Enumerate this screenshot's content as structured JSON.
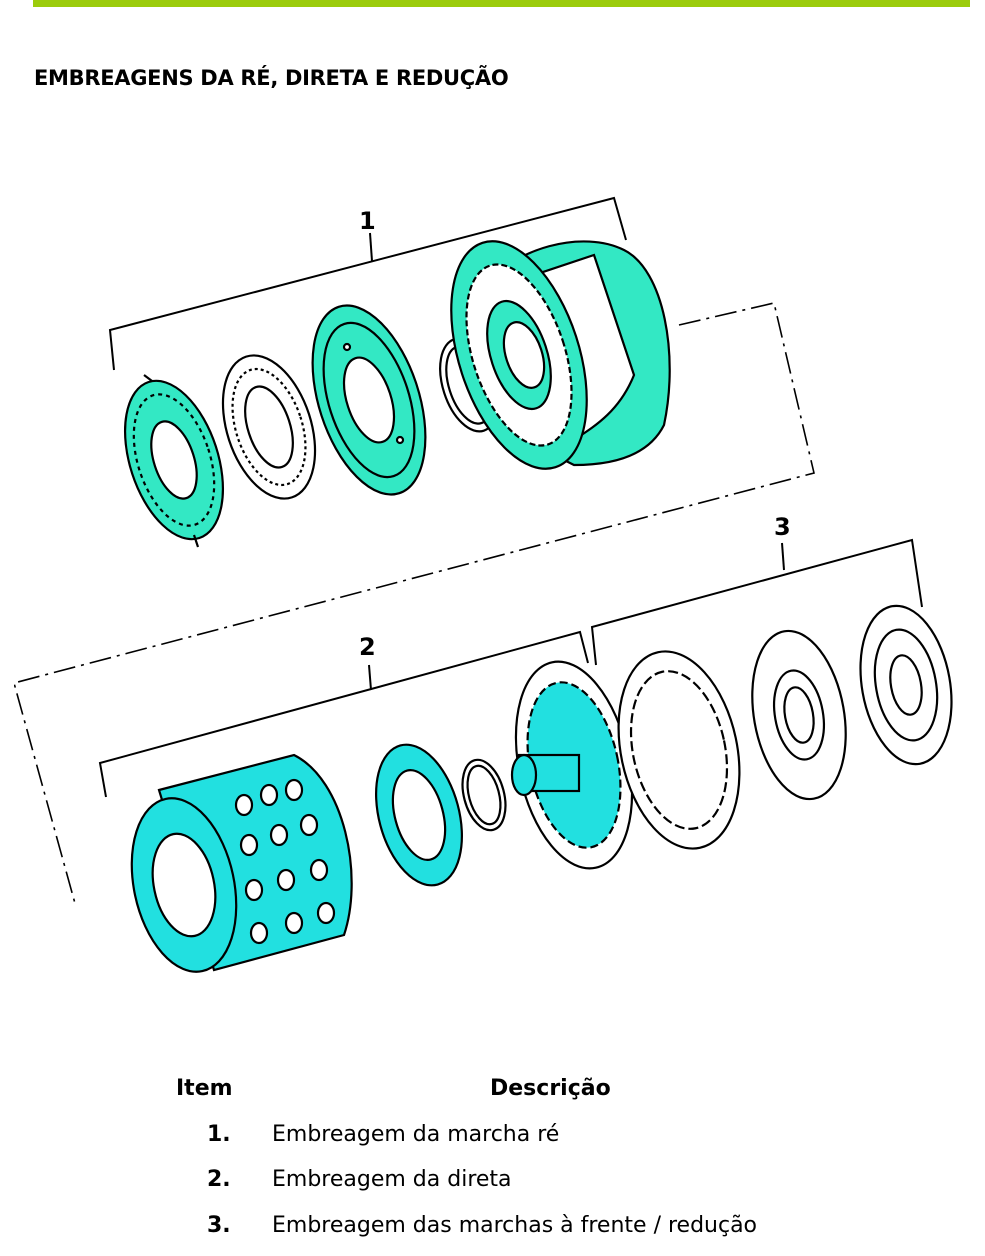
{
  "document": {
    "title": "EMBREAGENS DA RÉ, DIRETA E REDUÇÃO",
    "accent_color": "#9ccc0c"
  },
  "figure": {
    "callouts": [
      "1",
      "2",
      "3"
    ],
    "part_color": "#33e8c4",
    "part_color_alt": "#22e0e0"
  },
  "legend": {
    "header_item": "Item",
    "header_description": "Descrição",
    "rows": [
      {
        "item": "1.",
        "description": "Embreagem da marcha ré"
      },
      {
        "item": "2.",
        "description": "Embreagem da direta"
      },
      {
        "item": "3.",
        "description": "Embreagem das marchas à frente / redução"
      }
    ]
  }
}
